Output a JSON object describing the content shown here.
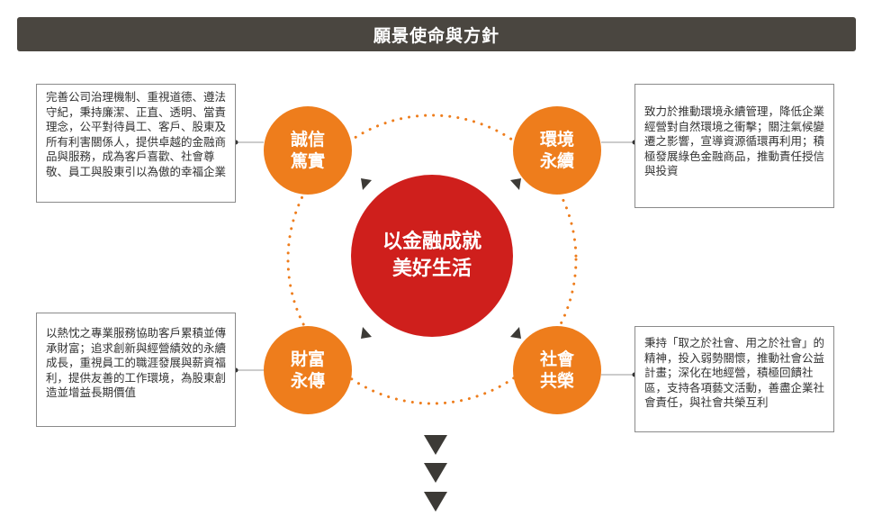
{
  "title": "願景使命與方針",
  "center": {
    "line1": "以金融成就",
    "line2": "美好生活"
  },
  "circles": [
    {
      "line1": "誠信",
      "line2": "篤實",
      "color": "#ee7d1c"
    },
    {
      "line1": "環境",
      "line2": "永續",
      "color": "#ee7d1c"
    },
    {
      "line1": "財富",
      "line2": "永傳",
      "color": "#ee7d1c"
    },
    {
      "line1": "社會",
      "line2": "共榮",
      "color": "#ee7d1c"
    }
  ],
  "descriptions": {
    "top_left": "完善公司治理機制、重視道德、遵法守紀，秉持廉潔、正直、透明、當責理念，公平對待員工、客戶、股東及所有利害關係人，提供卓越的金融商品與服務，成為客戶喜歡、社會尊敬、員工與股東引以為傲的幸福企業",
    "top_right": "致力於推動環境永續管理，降低企業經營對自然環境之衝擊；關注氣候變遷之影響，宣導資源循環再利用；積極發展綠色金融商品，推動責任授信與投資",
    "bottom_left": "以熱忱之專業服務協助客戶累積並傳承財富；追求創新與經營績效的永續成長，重視員工的職涯發展與薪資福利，提供友善的工作環境，為股東創造並增益長期價值",
    "bottom_right": "秉持「取之於社會、用之於社會」的精神，投入弱勢關懷，推動社會公益計畫；深化在地經營，積極回饋社區，支持各項藝文活動，善盡企業社會責任，與社會共榮互利"
  },
  "colors": {
    "title_bg": "#4a4640",
    "orange": "#ee7d1c",
    "red": "#cf1f1c",
    "arrow": "#3c3a36"
  }
}
